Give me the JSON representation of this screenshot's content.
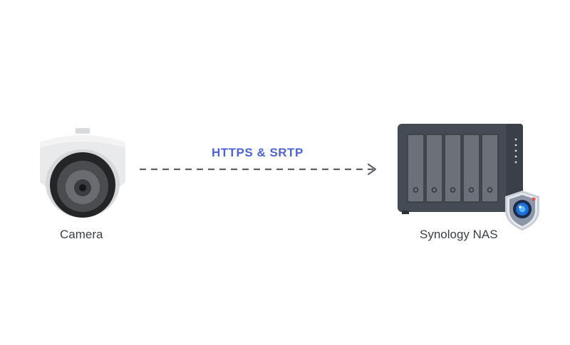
{
  "nodes": {
    "camera": {
      "label": "Camera"
    },
    "nas": {
      "label": "Synology NAS"
    }
  },
  "connection": {
    "protocol_label": "HTTPS & SRTP"
  },
  "icons": {
    "camera": "dome-camera-icon",
    "nas": "nas-device-icon",
    "surveillance_badge": "surveillance-station-shield-icon",
    "arrow": "dashed-arrow-icon"
  },
  "colors": {
    "protocol_text": "#4f63d6",
    "label_text": "#3b3f45",
    "arrow": "#5f6166",
    "nas_body": "#454b54",
    "camera_shell": "#e4e5e7"
  }
}
